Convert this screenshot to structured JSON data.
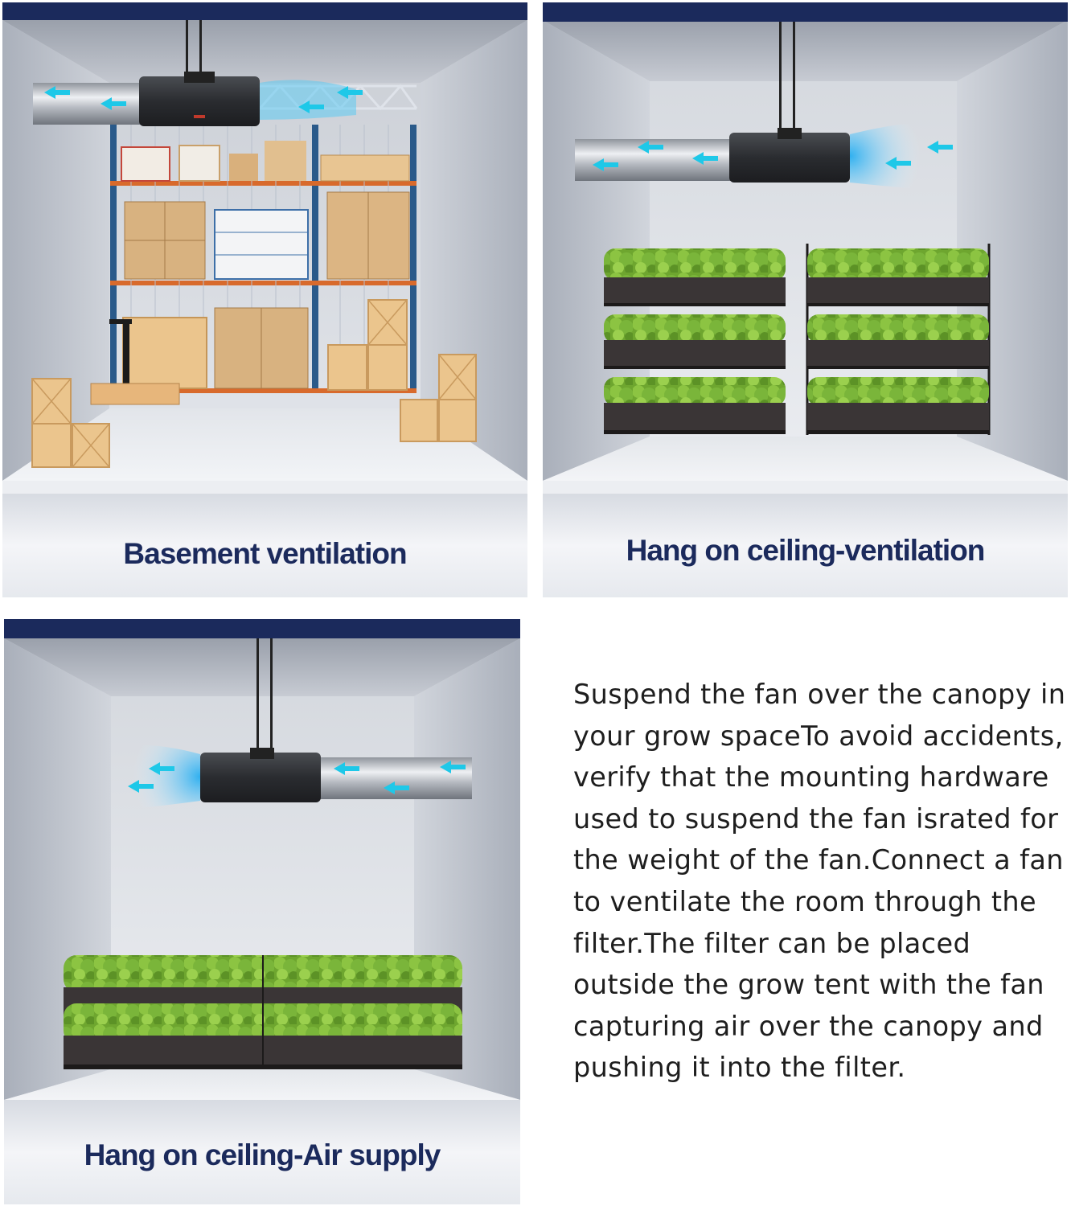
{
  "colors": {
    "header_bar": "#1b2a5c",
    "caption_text": "#1b2a5c",
    "body_text": "#1e1e1e",
    "airflow_arrow": "#1ec8e8",
    "fan_body": "#2e3034",
    "duct": "#c9ccd2",
    "foliage": "#7fb53d",
    "planter": "#3a3536",
    "crate": "#ebc58d",
    "shelving_upright": "#2a5a8a",
    "shelving_beam": "#d86a2c"
  },
  "panels": [
    {
      "caption": "Basement ventilation",
      "scene": "warehouse",
      "icons": [
        "duct-icon",
        "inline-fan-icon",
        "airflow-arrow-icon",
        "shelving-icon",
        "crate-icon"
      ]
    },
    {
      "caption": "Hang on ceiling-ventilation",
      "scene": "vertical-grow-shelves",
      "icons": [
        "duct-icon",
        "inline-fan-icon",
        "airflow-arrow-icon",
        "planter-icon"
      ]
    },
    {
      "caption": "Hang on ceiling-Air supply",
      "scene": "grow-beds",
      "icons": [
        "duct-icon",
        "inline-fan-icon",
        "airflow-arrow-icon",
        "planter-icon"
      ]
    }
  ],
  "description": "Suspend the fan over the canopy in your grow spaceTo avoid acci­dents, verify that the mounting hardware used to suspend the fan israted for the weight of the fan.Connect a fan to ventilate the room through the filter.The filter can be placed outside the grow tent with the fan capturing air over the canopy and pushing it into the filter."
}
